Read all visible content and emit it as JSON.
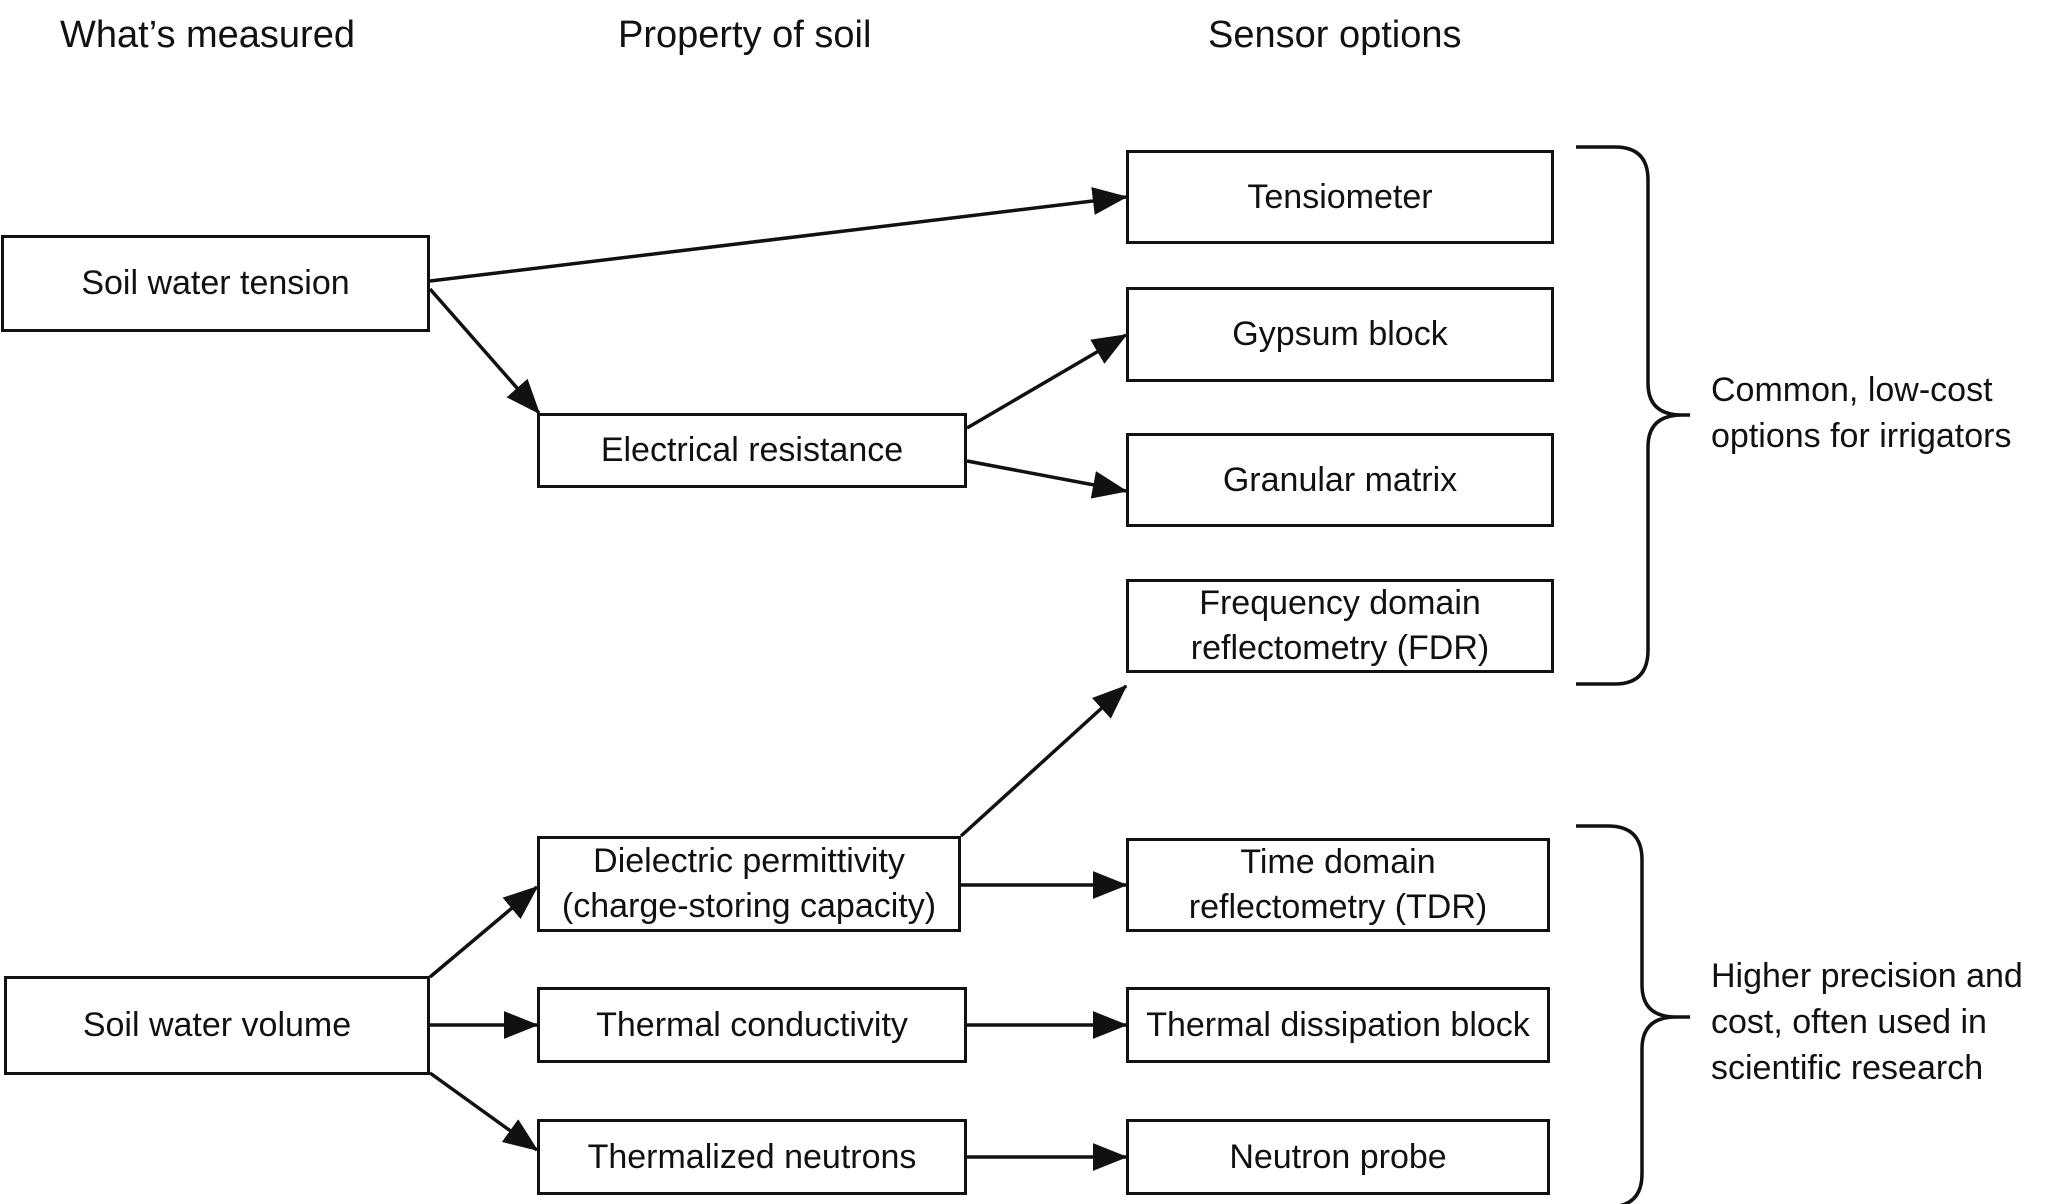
{
  "headers": {
    "measured": "What’s measured",
    "property": "Property of soil",
    "sensor": "Sensor options"
  },
  "measured": {
    "tension": "Soil water tension",
    "volume": "Soil water volume"
  },
  "property": {
    "electrical_resistance": "Electrical resistance",
    "dielectric_line1": "Dielectric permittivity",
    "dielectric_line2": "(charge-storing capacity)",
    "thermal_conductivity": "Thermal conductivity",
    "thermalized_neutrons": "Thermalized neutrons"
  },
  "sensors": {
    "tensiometer": "Tensiometer",
    "gypsum_block": "Gypsum block",
    "granular_matrix": "Granular matrix",
    "fdr_line1": "Frequency domain",
    "fdr_line2": "reflectometry (FDR)",
    "tdr_line1": "Time domain",
    "tdr_line2": "reflectometry (TDR)",
    "thermal_dissipation": "Thermal dissipation block",
    "neutron_probe": "Neutron probe"
  },
  "groups": {
    "low_cost_line1": "Common, low-cost",
    "low_cost_line2": "options for irrigators",
    "high_precision_line1": "Higher precision and",
    "high_precision_line2": "cost, often used in",
    "high_precision_line3": "scientific research"
  }
}
